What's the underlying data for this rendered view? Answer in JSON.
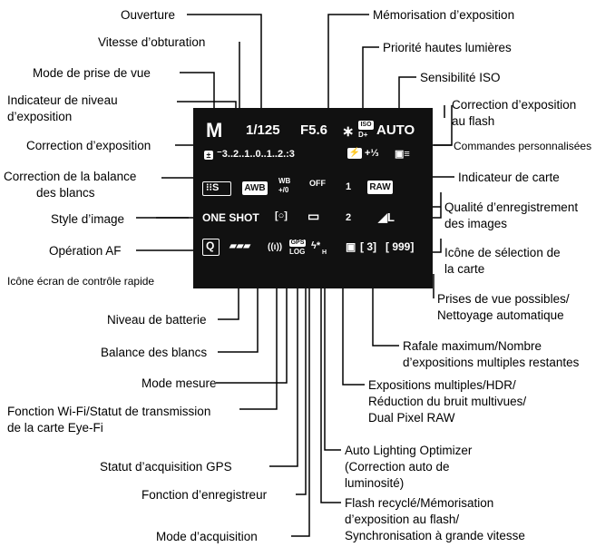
{
  "screen": {
    "mode": "M",
    "shutter": "1/125",
    "aperture": "F5.6",
    "ae_lock": "∗",
    "iso_tag": "ISO",
    "iso_dplus": "D+",
    "iso_value": "AUTO",
    "exposure_scale": "⁻3..2..1..0..1..2.:3",
    "exposure_icon": "±",
    "flash_comp": "+⅓",
    "flash_comp_icon": "⚡",
    "custom_controls_icon": "▣≡",
    "picture_style": "⁝⁝S",
    "wb": "AWB",
    "wb_shift": "WB",
    "wb_shift_sub": "+/0",
    "alo": "OFF",
    "card1": "1",
    "card2": "2",
    "quality": "RAW",
    "quality2": "◢L",
    "af_operation": "ONE SHOT",
    "metering": "[○]",
    "multi_exposure": "▭",
    "quick_control": "Q",
    "battery": "▰▰▰",
    "wifi": "((ı))",
    "gps": "GPS",
    "log": "LOG",
    "flash_status": "ϟ*",
    "flash_h": "H",
    "drive": "▣",
    "max_burst": "[ 3]",
    "shots": "[ 999]"
  },
  "labels": {
    "ouverture": "Ouverture",
    "memorisation_exposition": "Mémorisation d’exposition",
    "vitesse_obturation": "Vitesse d’obturation",
    "priorite_hautes_lumieres": "Priorité hautes lumières",
    "mode_prise_de_vue": "Mode de prise de vue",
    "sensibilite_iso": "Sensibilité ISO",
    "indicateur_niveau_line1": "Indicateur de niveau",
    "indicateur_niveau_line2": "d’exposition",
    "correction_flash_line1": "Correction d’exposition",
    "correction_flash_line2": "au flash",
    "correction_exposition": "Correction d’exposition",
    "commandes_personnalisees": "Commandes personnalisées",
    "correction_balance_line1": "Correction de la balance",
    "correction_balance_line2": "des blancs",
    "indicateur_carte": "Indicateur de carte",
    "style_image": "Style d’image",
    "qualite_line1": "Qualité d’enregistrement",
    "qualite_line2": "des images",
    "operation_af": "Opération AF",
    "icone_selection_line1": "Icône de sélection de",
    "icone_selection_line2": "la carte",
    "icone_ecran": "Icône écran de contrôle rapide",
    "prises_line1": "Prises de vue possibles/",
    "prises_line2": "Nettoyage automatique",
    "niveau_batterie": "Niveau de batterie",
    "rafale_line1": "Rafale maximum/Nombre",
    "rafale_line2": "d’expositions multiples restantes",
    "balance_blancs": "Balance des blancs",
    "mode_mesure": "Mode mesure",
    "expositions_line1": "Expositions multiples/HDR/",
    "expositions_line2": "Réduction du bruit multivues/",
    "expositions_line3": "Dual Pixel RAW",
    "wifi_line1": "Fonction Wi-Fi/Statut de transmission",
    "wifi_line2": "de la carte Eye-Fi",
    "gps_statut": "Statut d’acquisition GPS",
    "alo_line1": "Auto Lighting Optimizer",
    "alo_line2": "(Correction auto de",
    "alo_line3": "luminosité)",
    "enregistreur": "Fonction d’enregistreur",
    "flash_line1": "Flash recyclé/Mémorisation",
    "flash_line2": "d’exposition au flash/",
    "flash_line3": "Synchronisation à grande vitesse",
    "mode_acquisition": "Mode d’acquisition"
  }
}
